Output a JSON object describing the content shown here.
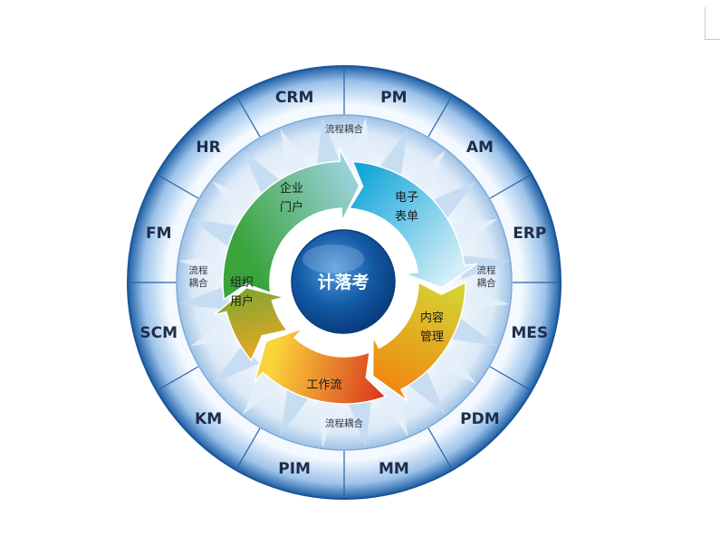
{
  "center": {
    "label": "计落考"
  },
  "outer_ring": [
    "PM",
    "AM",
    "ERP",
    "MES",
    "PDM",
    "MM",
    "PIM",
    "KM",
    "SCM",
    "FM",
    "HR",
    "CRM"
  ],
  "coupling_labels": [
    "流程耦合",
    "流程耦合",
    "流程耦合",
    "流程耦合"
  ],
  "cycle": [
    {
      "lines": [
        "企业",
        "门户"
      ],
      "color_start": "#3aa33c",
      "color_end": "#a6d8ef"
    },
    {
      "lines": [
        "电子",
        "表单"
      ],
      "color_start": "#13a6d8",
      "color_end": "#d4eef8"
    },
    {
      "lines": [
        "内容",
        "管理"
      ],
      "color_start": "#cfe03a",
      "color_end": "#f08a12"
    },
    {
      "lines": [
        "工作流"
      ],
      "color_start": "#fbd43a",
      "color_end": "#d62a1c"
    },
    {
      "lines": [
        "组织",
        "用户"
      ],
      "color_start": "#f0a822",
      "color_end": "#3aa33c"
    }
  ],
  "colors": {
    "outer_ring": "#1e5fa6",
    "inner_ring": "#cde2f5",
    "center": "#0f4e96"
  }
}
